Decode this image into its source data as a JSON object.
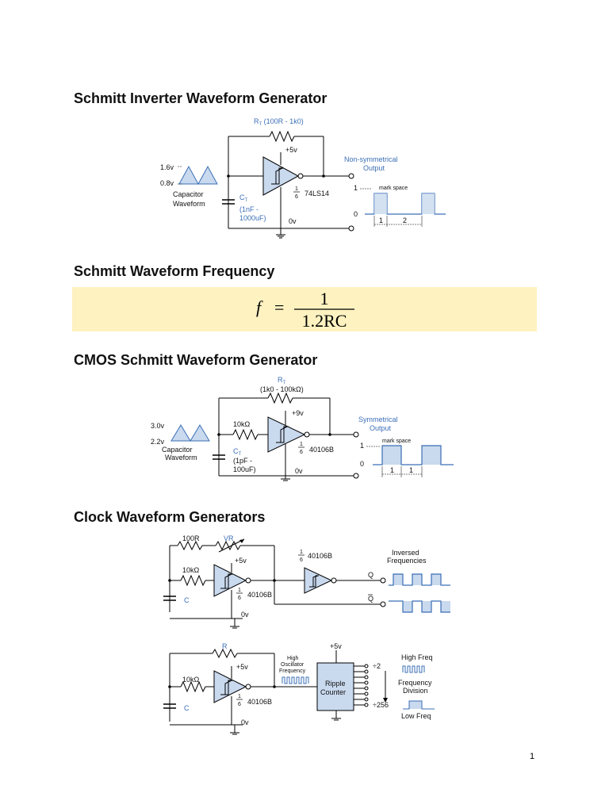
{
  "headings": {
    "h1": "Schmitt Inverter Waveform Generator",
    "h2": "Schmitt Waveform Frequency",
    "h3": "CMOS Schmitt Waveform Generator",
    "h4": "Clock Waveform Generators"
  },
  "formula": {
    "lhs": "f",
    "eq": "=",
    "num": "1",
    "den": "1.2RC"
  },
  "fig1": {
    "rt": "R",
    "rt_sub": "T",
    "rt_range": " (100R - 1k0)",
    "supply": "+5v",
    "v_high": "1.6v",
    "v_low": "0.8v",
    "cap_wave_1": "Capacitor",
    "cap_wave_2": "Waveform",
    "ct": "C",
    "ct_sub": "T",
    "ct_range_1": "(1nF -",
    "ct_range_2": "1000uF)",
    "frac_num": "1",
    "frac_den": "6",
    "chip": "74LS14",
    "ground": "0v",
    "output_1": "Non-symmetrical",
    "output_2": "Output",
    "level_1": "1",
    "level_0": "0",
    "mark_space": "mark  space",
    "t1": "1",
    "t2": "2"
  },
  "fig2": {
    "rt": "R",
    "rt_sub": "T",
    "rt_range": "(1k0 - 100kΩ)",
    "supply": "+9v",
    "v_high": "3.0v",
    "v_low": "2.2v",
    "r_in": "10kΩ",
    "cap_wave_1": "Capacitor",
    "cap_wave_2": "Waveform",
    "ct": "C",
    "ct_sub": "T",
    "ct_range_1": "(1pF -",
    "ct_range_2": "100uF)",
    "frac_num": "1",
    "frac_den": "6",
    "chip": "40106B",
    "ground": "0v",
    "output_1": "Symmetrical",
    "output_2": "Output",
    "level_1": "1",
    "level_0": "0",
    "mark_space": "mark space",
    "t1": "1",
    "t2": "1"
  },
  "fig3": {
    "r1": "100R",
    "vr": "VR",
    "supply": "+5v",
    "r_in": "10kΩ",
    "cap": "C",
    "frac_num": "1",
    "frac_den": "6",
    "chip_a": "40106B",
    "chip_b": "40106B",
    "ground": "0v",
    "inv_1": "Inversed",
    "inv_2": "Frequencies",
    "q": "Q",
    "qbar": "Q"
  },
  "fig4": {
    "r": "R",
    "supply": "+5v",
    "supply2": "+5v",
    "r_in": "10kΩ",
    "cap": "C",
    "frac_num": "1",
    "frac_den": "6",
    "chip": "40106B",
    "ground": "0v",
    "osc_1": "High",
    "osc_2": "Oscillator",
    "osc_3": "Frequency",
    "counter_1": "Ripple",
    "counter_2": "Counter",
    "div_top": "÷2",
    "div_bottom": "÷256",
    "high_freq": "High Freq",
    "freq_div_1": "Frequency",
    "freq_div_2": "Division",
    "low_freq": "Low Freq"
  },
  "page_number": "1",
  "colors": {
    "accent_blue": "#3b6fb6",
    "formula_bg": "#fdf2c0",
    "symbol_fill": "#c9d9ee",
    "wave_fill": "#c9d9ee"
  }
}
